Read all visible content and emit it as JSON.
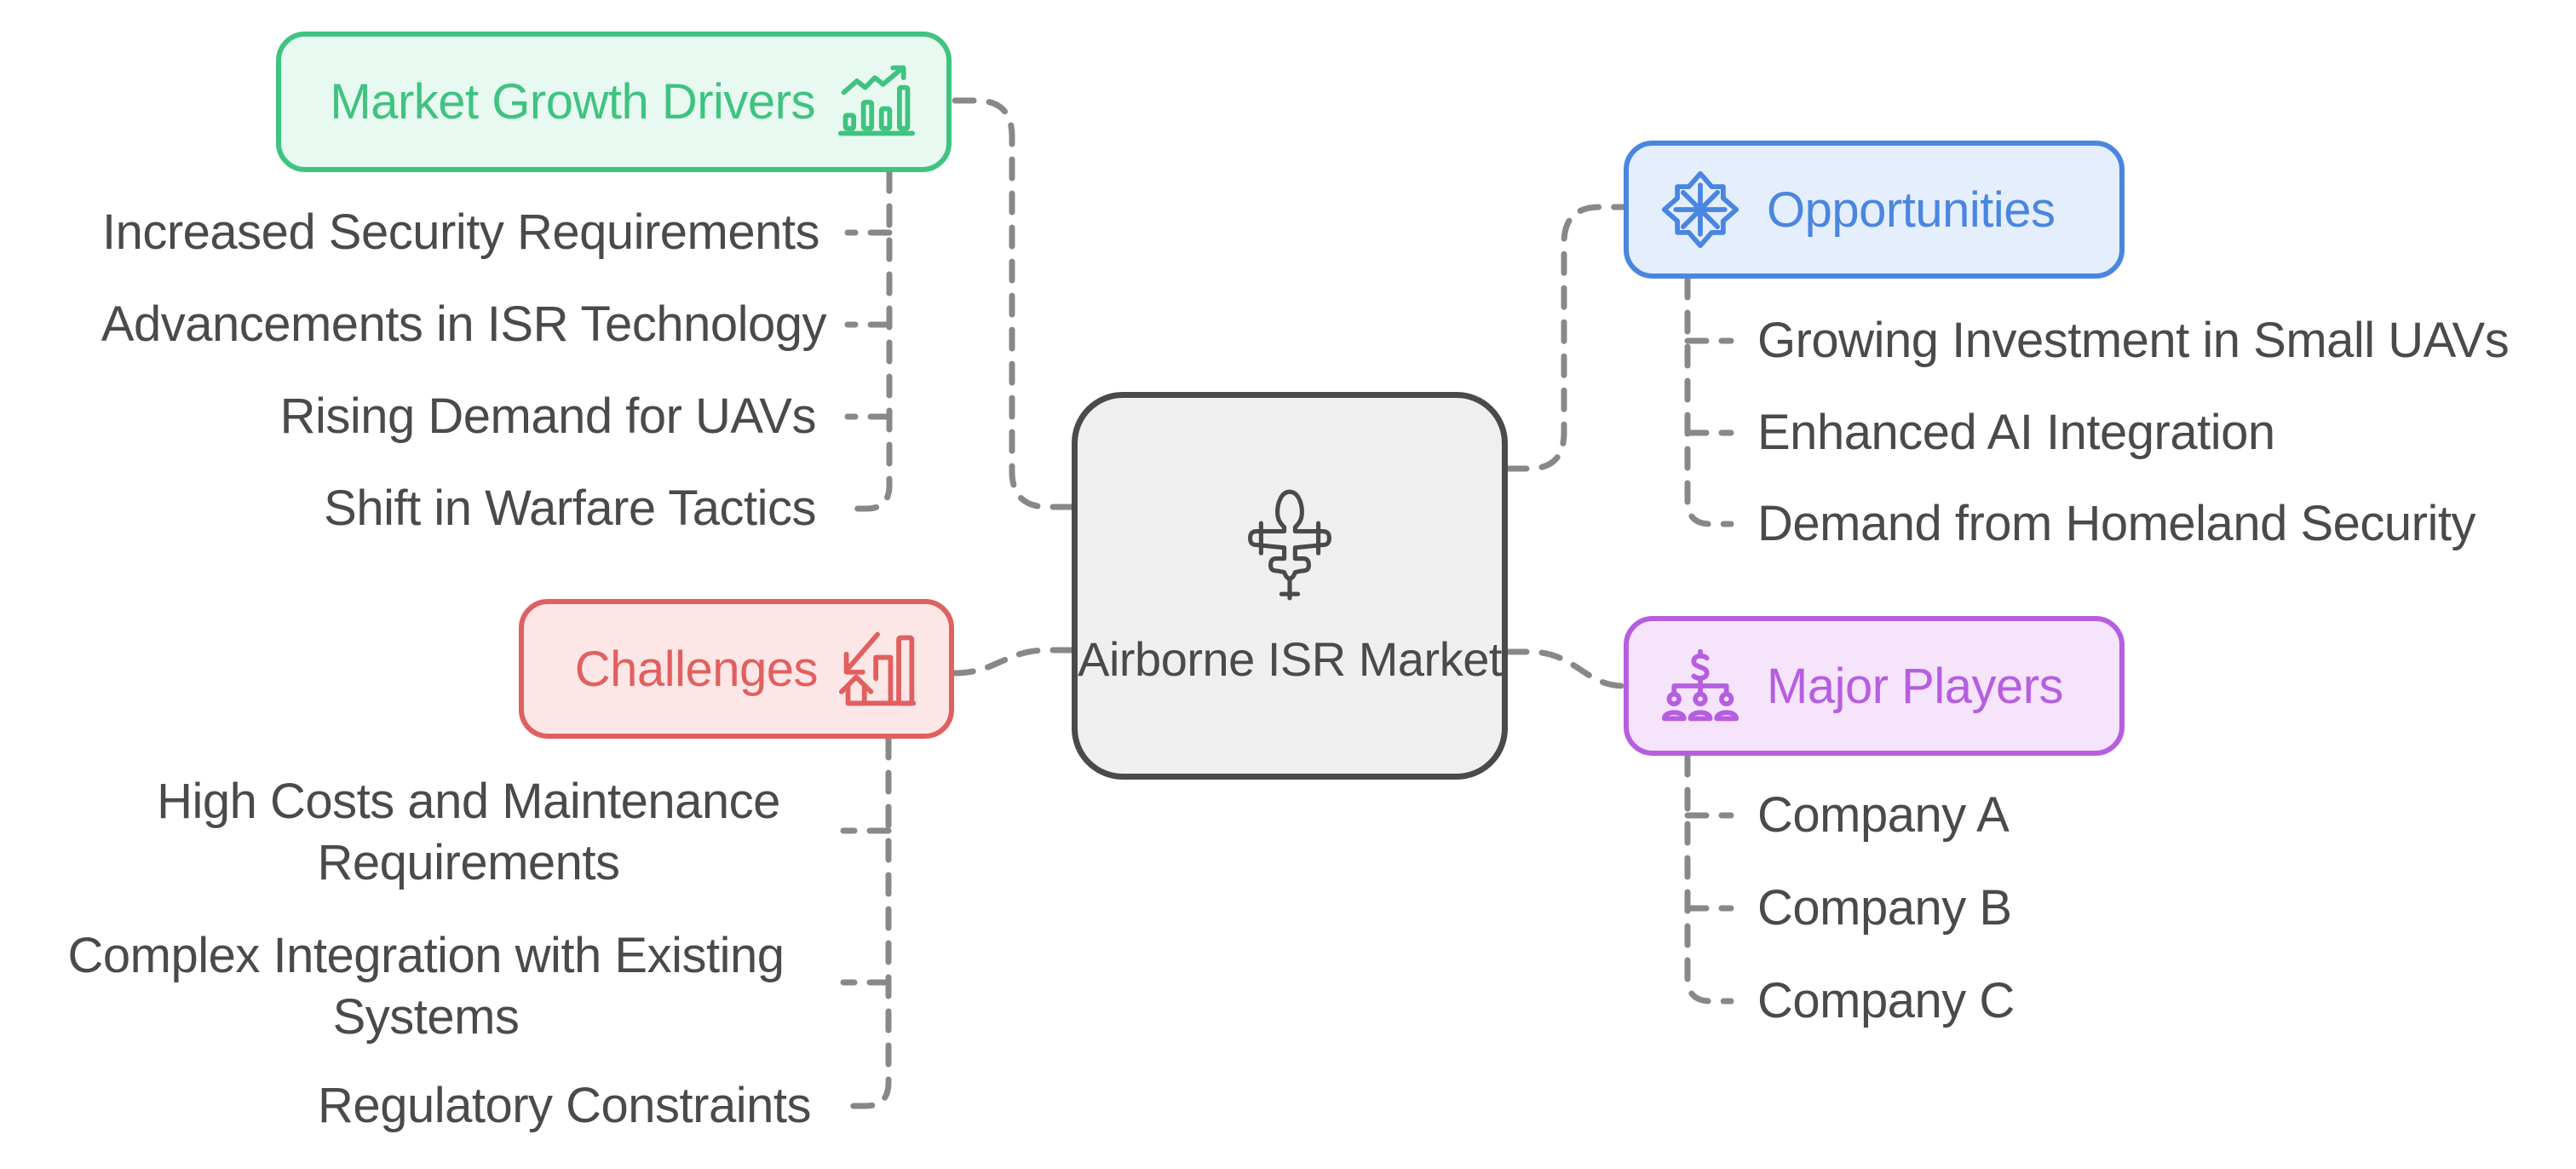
{
  "center": {
    "title": "Airborne ISR Market",
    "icon": "drone-icon"
  },
  "colors": {
    "text": "#4a4a4a",
    "connector": "#888888",
    "center_border": "#4a4a4a",
    "center_fill": "#efefef",
    "growth": "#3fc380",
    "opportunities": "#4a86e0",
    "challenges": "#e06060",
    "players": "#b65ee0"
  },
  "branches": {
    "market_growth_drivers": {
      "label": "Market Growth Drivers",
      "icon": "growth-chart-icon",
      "items": [
        "Increased Security Requirements",
        "Advancements in ISR Technology",
        "Rising Demand for UAVs",
        "Shift in Warfare Tactics"
      ]
    },
    "challenges": {
      "label": "Challenges",
      "icon": "declining-chart-house-icon",
      "items": [
        "High Costs and Maintenance Requirements",
        "Complex Integration with Existing Systems",
        "Regulatory Constraints"
      ]
    },
    "opportunities": {
      "label": "Opportunities",
      "icon": "compass-star-icon",
      "items": [
        "Growing Investment in Small UAVs",
        "Enhanced AI Integration",
        "Demand from Homeland Security"
      ]
    },
    "major_players": {
      "label": "Major Players",
      "icon": "investor-hierarchy-icon",
      "items": [
        "Company A",
        "Company B",
        "Company C"
      ]
    }
  }
}
